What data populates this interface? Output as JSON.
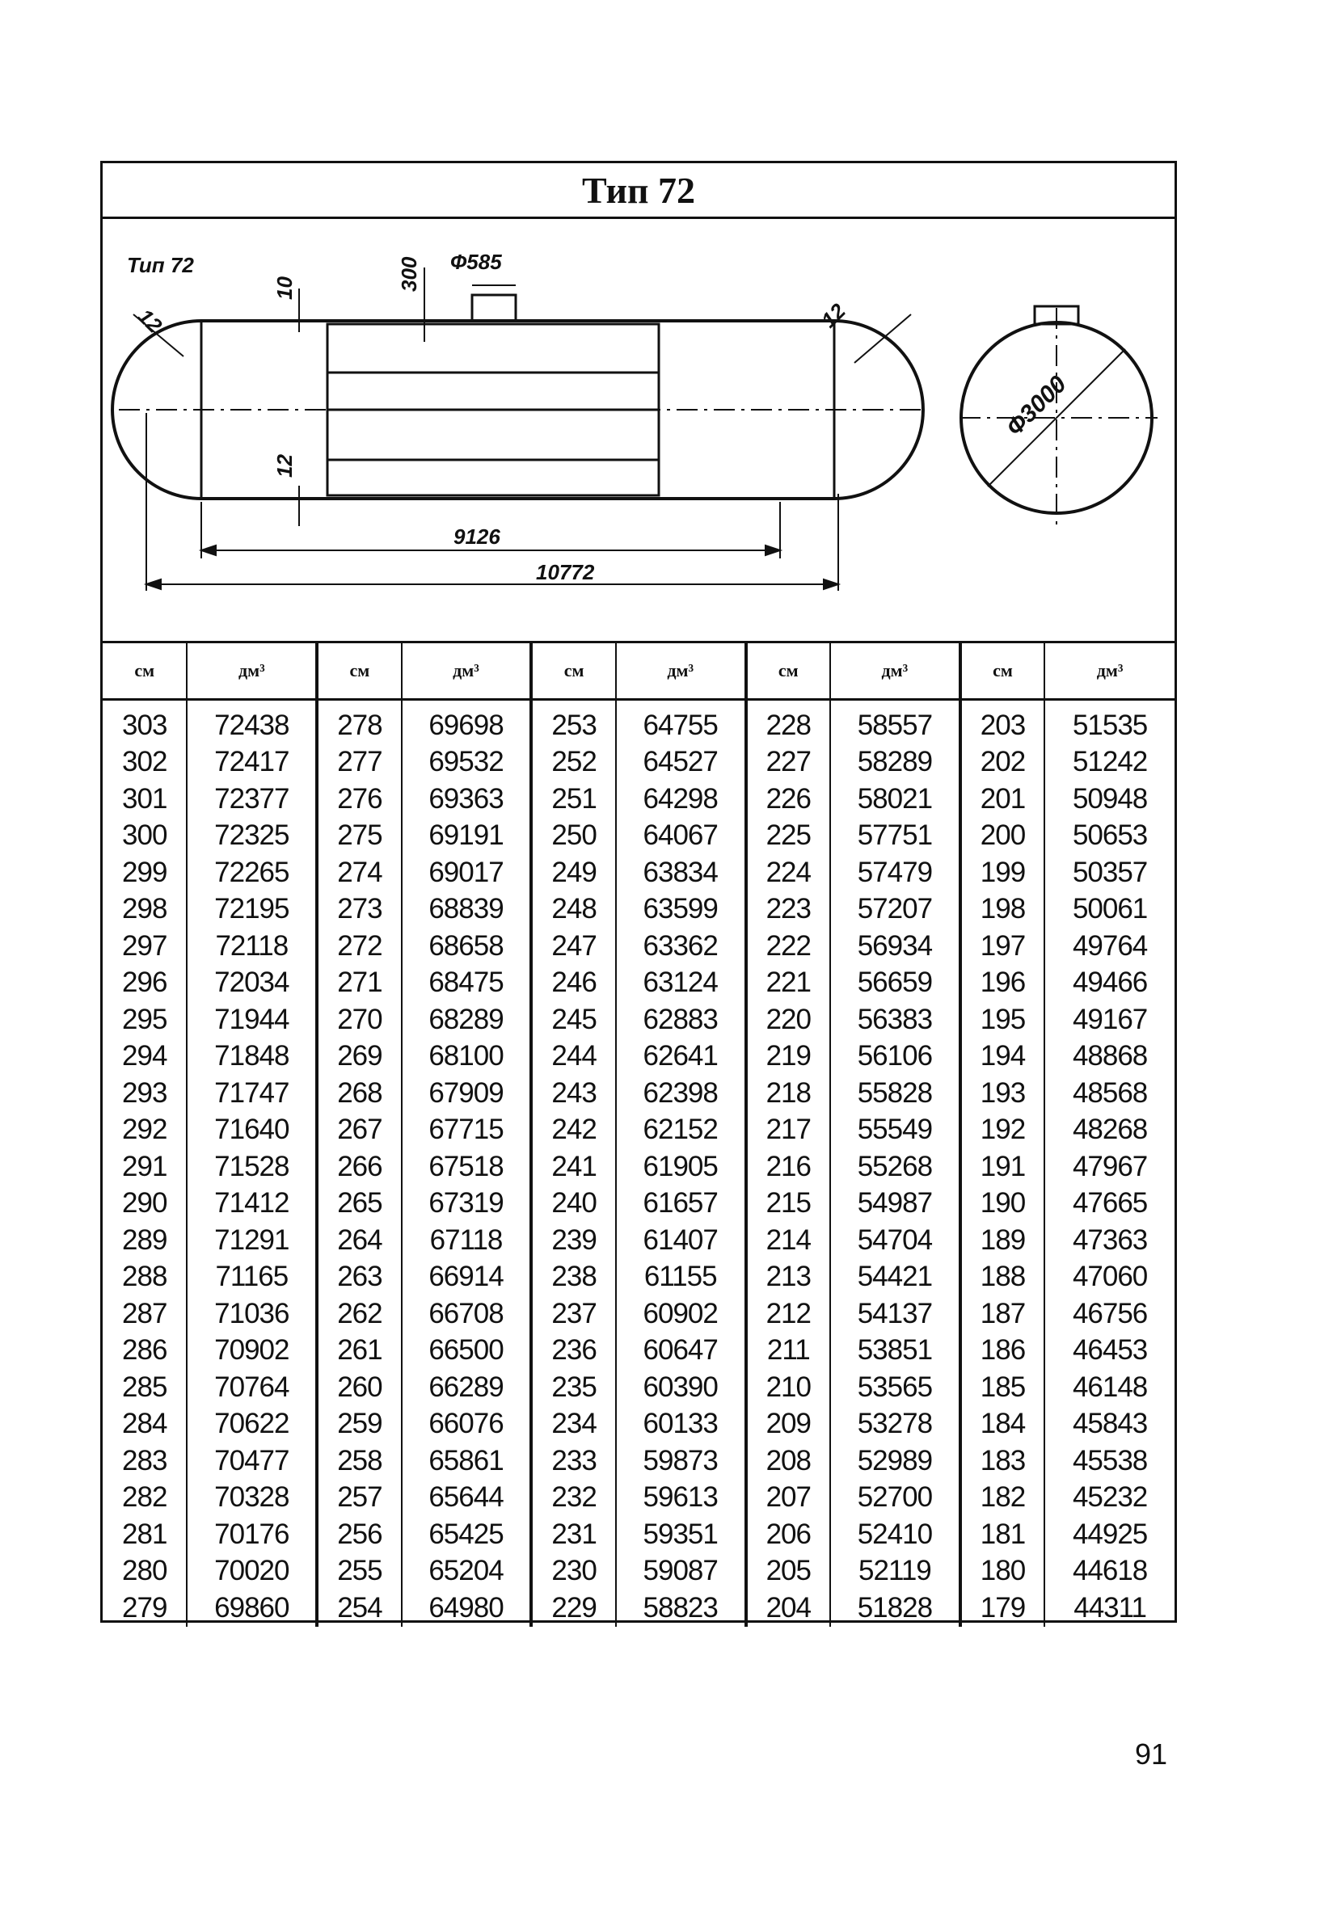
{
  "title": "Тип 72",
  "drawing": {
    "type_label": "Тип 72",
    "dims": {
      "d_top_thickness": "10",
      "d_offset": "300",
      "d_nozzle": "Ф585",
      "d_head_left": "12",
      "d_head_right": "12",
      "d_bottom_thickness": "12",
      "d_shell_length": "9126",
      "d_total_length": "10772",
      "d_diameter": "Ф3000"
    }
  },
  "table": {
    "header_cm": "см",
    "header_dm": "дм³",
    "columns": [
      {
        "cm": [
          "303",
          "302",
          "301",
          "300",
          "299",
          "298",
          "297",
          "296",
          "295",
          "294",
          "293",
          "292",
          "291",
          "290",
          "289",
          "288",
          "287",
          "286",
          "285",
          "284",
          "283",
          "282",
          "281",
          "280",
          "279"
        ],
        "dm": [
          "72438",
          "72417",
          "72377",
          "72325",
          "72265",
          "72195",
          "72118",
          "72034",
          "71944",
          "71848",
          "71747",
          "71640",
          "71528",
          "71412",
          "71291",
          "71165",
          "71036",
          "70902",
          "70764",
          "70622",
          "70477",
          "70328",
          "70176",
          "70020",
          "69860"
        ]
      },
      {
        "cm": [
          "278",
          "277",
          "276",
          "275",
          "274",
          "273",
          "272",
          "271",
          "270",
          "269",
          "268",
          "267",
          "266",
          "265",
          "264",
          "263",
          "262",
          "261",
          "260",
          "259",
          "258",
          "257",
          "256",
          "255",
          "254"
        ],
        "dm": [
          "69698",
          "69532",
          "69363",
          "69191",
          "69017",
          "68839",
          "68658",
          "68475",
          "68289",
          "68100",
          "67909",
          "67715",
          "67518",
          "67319",
          "67118",
          "66914",
          "66708",
          "66500",
          "66289",
          "66076",
          "65861",
          "65644",
          "65425",
          "65204",
          "64980"
        ]
      },
      {
        "cm": [
          "253",
          "252",
          "251",
          "250",
          "249",
          "248",
          "247",
          "246",
          "245",
          "244",
          "243",
          "242",
          "241",
          "240",
          "239",
          "238",
          "237",
          "236",
          "235",
          "234",
          "233",
          "232",
          "231",
          "230",
          "229"
        ],
        "dm": [
          "64755",
          "64527",
          "64298",
          "64067",
          "63834",
          "63599",
          "63362",
          "63124",
          "62883",
          "62641",
          "62398",
          "62152",
          "61905",
          "61657",
          "61407",
          "61155",
          "60902",
          "60647",
          "60390",
          "60133",
          "59873",
          "59613",
          "59351",
          "59087",
          "58823"
        ]
      },
      {
        "cm": [
          "228",
          "227",
          "226",
          "225",
          "224",
          "223",
          "222",
          "221",
          "220",
          "219",
          "218",
          "217",
          "216",
          "215",
          "214",
          "213",
          "212",
          "211",
          "210",
          "209",
          "208",
          "207",
          "206",
          "205",
          "204"
        ],
        "dm": [
          "58557",
          "58289",
          "58021",
          "57751",
          "57479",
          "57207",
          "56934",
          "56659",
          "56383",
          "56106",
          "55828",
          "55549",
          "55268",
          "54987",
          "54704",
          "54421",
          "54137",
          "53851",
          "53565",
          "53278",
          "52989",
          "52700",
          "52410",
          "52119",
          "51828"
        ]
      },
      {
        "cm": [
          "203",
          "202",
          "201",
          "200",
          "199",
          "198",
          "197",
          "196",
          "195",
          "194",
          "193",
          "192",
          "191",
          "190",
          "189",
          "188",
          "187",
          "186",
          "185",
          "184",
          "183",
          "182",
          "181",
          "180",
          "179"
        ],
        "dm": [
          "51535",
          "51242",
          "50948",
          "50653",
          "50357",
          "50061",
          "49764",
          "49466",
          "49167",
          "48868",
          "48568",
          "48268",
          "47967",
          "47665",
          "47363",
          "47060",
          "46756",
          "46453",
          "46148",
          "45843",
          "45538",
          "45232",
          "44925",
          "44618",
          "44311"
        ]
      }
    ]
  },
  "page_number": "91"
}
